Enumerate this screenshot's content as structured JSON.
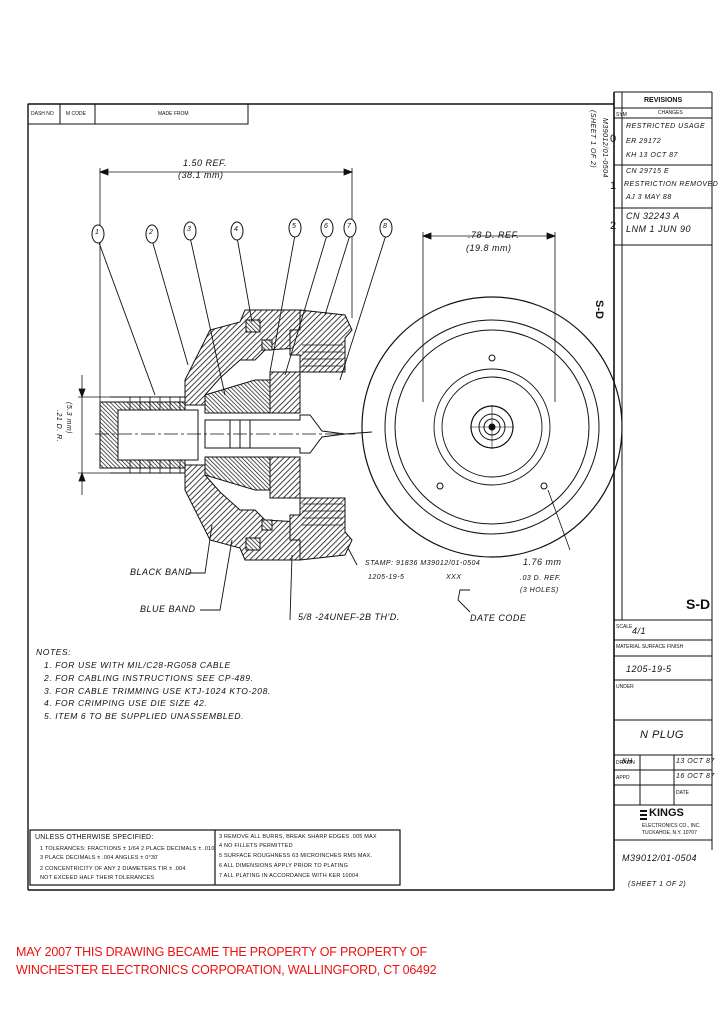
{
  "header": {
    "dash_no": "DASH NO",
    "mcode": "M CODE",
    "made_from": "MADE FROM"
  },
  "revisions": {
    "title": "REVISIONS",
    "sym_col": "SYM",
    "changes_col": "CHANGES",
    "rows": [
      {
        "sym": "0",
        "lines": [
          "RESTRICTED USAGE",
          "ER  29172",
          "KH       13 OCT 87"
        ]
      },
      {
        "sym": "1",
        "lines": [
          "CN 29715 E",
          "RESTRICTION REMOVED",
          "AJ  3 MAY 88"
        ]
      },
      {
        "sym": "2",
        "lines": [
          "CN 32243 A",
          "LNM  1 JUN 90"
        ]
      }
    ]
  },
  "side_part_number": "M39012/01-0504",
  "side_sheet": "(SHEET 1 OF 2)",
  "side_sd": "S-D",
  "dimensions": {
    "overall_len": "1.50 REF.",
    "overall_len_mm": "(38.1 mm)",
    "diameter": ".78 D. REF.",
    "diameter_mm": "(19.8 mm)",
    "pin_dia": "(5.3 mm)",
    "pin_dia_in": ".21 D. R.",
    "hole_dim_mm": "1.76 mm",
    "hole_dim": ".03 D. REF.",
    "holes": "(3 HOLES)"
  },
  "callouts": [
    "1",
    "2",
    "3",
    "4",
    "5",
    "6",
    "7",
    "8"
  ],
  "labels": {
    "black_band": "BLACK BAND",
    "blue_band": "BLUE BAND",
    "stamp": "STAMP: 91836 M39012/01-0504",
    "stamp_line2": "1205-19-5",
    "stamp_xxx": "XXX",
    "date_code": "DATE CODE",
    "thread": "5/8 -24UNEF-2B TH'D."
  },
  "notes": {
    "title": "NOTES:",
    "items": [
      "1. FOR USE WITH MIL/C28-RG058 CABLE",
      "2. FOR CABLING INSTRUCTIONS SEE CP-489.",
      "3. FOR CABLE TRIMMING USE KTJ-1024 KTO-208.",
      "4. FOR CRIMPING USE DIE SIZE 42.",
      "5. ITEM 6 TO BE SUPPLIED UNASSEMBLED."
    ]
  },
  "tolerances": {
    "title": "UNLESS OTHERWISE SPECIFIED:",
    "left": [
      "1  TOLERANCES: FRACTIONS ± 1/64  2 PLACE DECIMALS ± .010",
      "    3 PLACE DECIMALS ± .004         ANGLES ± 0°30'",
      "2  CONCENTRICITY OF ANY 2 DIAMETERS TIR ± .004",
      "    NOT EXCEED HALF THEIR TOLERANCES"
    ],
    "right": [
      "3  REMOVE ALL BURRS, BREAK SHARP EDGES .005 MAX",
      "4  NO FILLETS PERMITTED",
      "5  SURFACE ROUGHNESS 63 MICROINCHES RMS MAX.",
      "6  ALL DIMENSIONS APPLY PRIOR TO PLATING",
      "7  ALL PLATING IN ACCORDANCE WITH KER 10004"
    ]
  },
  "title_block": {
    "sd": "S-D",
    "scale_label": "SCALE",
    "scale": "4/1",
    "surface_label": "MATERIAL SURFACE FINISH",
    "spec_no": "1205-19-5",
    "under_label": "UNDER",
    "title": "N PLUG",
    "drawn_label": "DRAWN",
    "drawn": "KH",
    "drawn_date": "13 OCT 87",
    "appd_label": "APPD",
    "appd_date": "16 OCT 87",
    "date_label": "DATE",
    "company": "KINGS",
    "company_sub": "ELECTRONICS CO., INC.",
    "company_sub2": "TUCKAHOE, N.Y. 10707",
    "part_no": "M39012/01-0504",
    "sheet": "(SHEET 1 OF 2)"
  },
  "footer": {
    "line1": "MAY 2007 THIS DRAWING BECAME THE PROPERTY OF PROPERTY OF",
    "line2": "WINCHESTER ELECTRONICS CORPORATION, WALLINGFORD, CT 06492"
  }
}
